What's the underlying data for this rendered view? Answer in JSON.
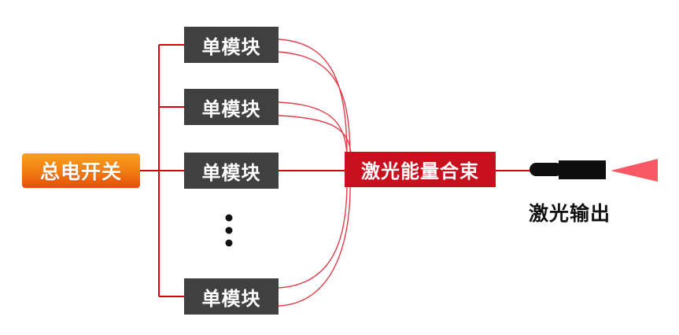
{
  "colors": {
    "line-red": "#d7000f",
    "curve-red": "#e23c49",
    "power-top": "#f9a120",
    "power-bottom": "#e84b0c",
    "module-bg": "#404040",
    "combiner-bg": "#c9101f",
    "connector-black": "#0e0e0e",
    "beam-pink": "#f85864",
    "label-black": "#111111",
    "text-white": "#ffffff"
  },
  "diagram": {
    "power_switch": {
      "label": "总电开关"
    },
    "modules": [
      {
        "label": "单模块"
      },
      {
        "label": "单模块"
      },
      {
        "label": "单模块"
      },
      {
        "label": "单模块"
      }
    ],
    "combiner": {
      "label": "激光能量合束"
    },
    "laser_output": {
      "label": "激光输出"
    }
  }
}
